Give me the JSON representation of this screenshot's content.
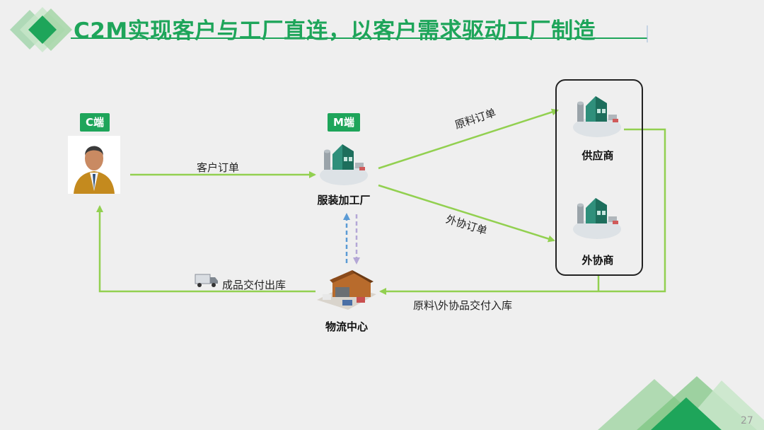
{
  "slide": {
    "title": "C2M实现客户与工厂直连，以客户需求驱动工厂制造",
    "page_number": "27",
    "accent_color": "#1ea55a",
    "line_color": "#92d050"
  },
  "nodes": {
    "customer": {
      "badge": "C端",
      "icon": "person-icon"
    },
    "factory": {
      "badge": "M端",
      "label": "服装加工厂",
      "icon": "factory-icon"
    },
    "supplier": {
      "label": "供应商",
      "icon": "factory-icon"
    },
    "outsourcer": {
      "label": "外协商",
      "icon": "factory-icon"
    },
    "logistics": {
      "label": "物流中心",
      "icon": "warehouse-icon"
    }
  },
  "flows": {
    "customer_order": "客户订单",
    "raw_material_order": "原料订单",
    "outsource_order": "外协订单",
    "delivery_inbound": "原料\\外协品交付入库",
    "product_outbound": "成品交付出库"
  }
}
